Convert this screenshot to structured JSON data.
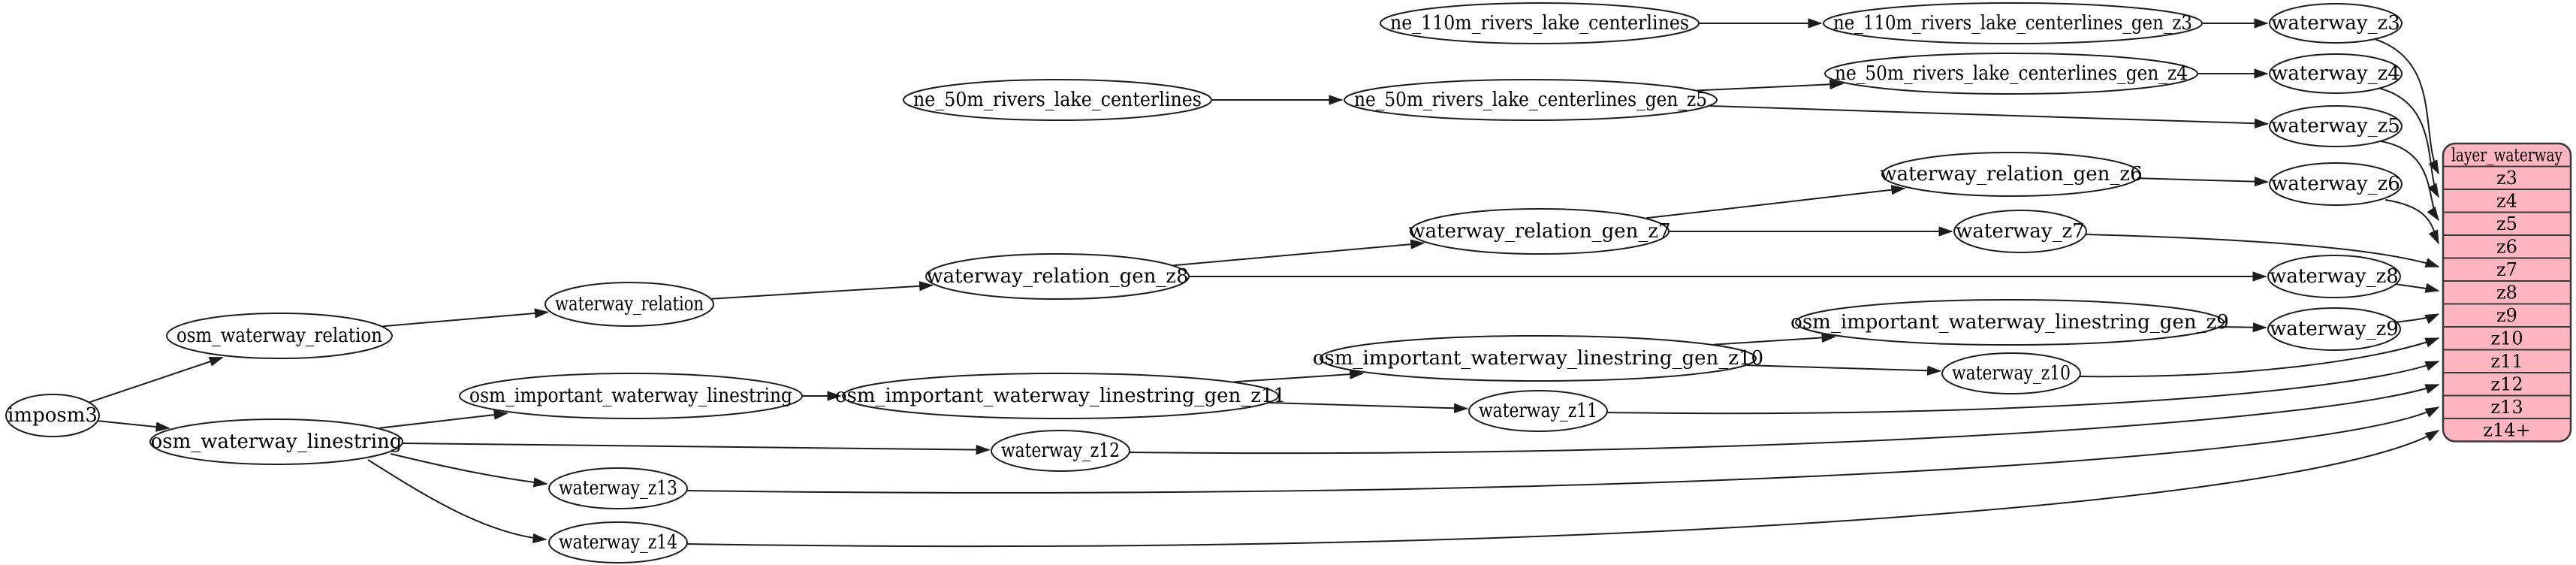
{
  "diagram": {
    "title": "waterway layer ETL graph",
    "colors": {
      "node_fill": "#ffffff",
      "node_border": "#1d1d1d",
      "edge": "#1d1d1d",
      "table_fill": "#ffb6c1",
      "table_border": "#383838",
      "text": "#000000"
    },
    "nodes": [
      {
        "id": "imposm3",
        "label": "imposm3"
      },
      {
        "id": "osm_waterway_relation",
        "label": "osm_waterway_relation"
      },
      {
        "id": "osm_waterway_linestring",
        "label": "osm_waterway_linestring"
      },
      {
        "id": "waterway_relation",
        "label": "waterway_relation"
      },
      {
        "id": "waterway_relation_gen_z8",
        "label": "waterway_relation_gen_z8"
      },
      {
        "id": "waterway_relation_gen_z7",
        "label": "waterway_relation_gen_z7"
      },
      {
        "id": "waterway_relation_gen_z6",
        "label": "waterway_relation_gen_z6"
      },
      {
        "id": "ne_110m_rivers_lake_centerlines",
        "label": "ne_110m_rivers_lake_centerlines"
      },
      {
        "id": "ne_110m_rivers_lake_centerlines_gen_z3",
        "label": "ne_110m_rivers_lake_centerlines_gen_z3"
      },
      {
        "id": "ne_50m_rivers_lake_centerlines",
        "label": "ne_50m_rivers_lake_centerlines"
      },
      {
        "id": "ne_50m_rivers_lake_centerlines_gen_z5",
        "label": "ne_50m_rivers_lake_centerlines_gen_z5"
      },
      {
        "id": "ne_50m_rivers_lake_centerlines_gen_z4",
        "label": "ne_50m_rivers_lake_centerlines_gen_z4"
      },
      {
        "id": "osm_important_waterway_linestring",
        "label": "osm_important_waterway_linestring"
      },
      {
        "id": "osm_important_waterway_linestring_gen_z11",
        "label": "osm_important_waterway_linestring_gen_z11"
      },
      {
        "id": "osm_important_waterway_linestring_gen_z10",
        "label": "osm_important_waterway_linestring_gen_z10"
      },
      {
        "id": "osm_important_waterway_linestring_gen_z9",
        "label": "osm_important_waterway_linestring_gen_z9"
      },
      {
        "id": "waterway_z3",
        "label": "waterway_z3"
      },
      {
        "id": "waterway_z4",
        "label": "waterway_z4"
      },
      {
        "id": "waterway_z5",
        "label": "waterway_z5"
      },
      {
        "id": "waterway_z6",
        "label": "waterway_z6"
      },
      {
        "id": "waterway_z7",
        "label": "waterway_z7"
      },
      {
        "id": "waterway_z8",
        "label": "waterway_z8"
      },
      {
        "id": "waterway_z9",
        "label": "waterway_z9"
      },
      {
        "id": "waterway_z10",
        "label": "waterway_z10"
      },
      {
        "id": "waterway_z11",
        "label": "waterway_z11"
      },
      {
        "id": "waterway_z12",
        "label": "waterway_z12"
      },
      {
        "id": "waterway_z13",
        "label": "waterway_z13"
      },
      {
        "id": "waterway_z14",
        "label": "waterway_z14"
      }
    ],
    "edges": [
      {
        "from": "imposm3",
        "to": "osm_waterway_relation"
      },
      {
        "from": "imposm3",
        "to": "osm_waterway_linestring"
      },
      {
        "from": "osm_waterway_relation",
        "to": "waterway_relation"
      },
      {
        "from": "waterway_relation",
        "to": "waterway_relation_gen_z8"
      },
      {
        "from": "waterway_relation_gen_z8",
        "to": "waterway_relation_gen_z7"
      },
      {
        "from": "waterway_relation_gen_z8",
        "to": "waterway_z8"
      },
      {
        "from": "waterway_relation_gen_z7",
        "to": "waterway_relation_gen_z6"
      },
      {
        "from": "waterway_relation_gen_z7",
        "to": "waterway_z7"
      },
      {
        "from": "waterway_relation_gen_z6",
        "to": "waterway_z6"
      },
      {
        "from": "ne_110m_rivers_lake_centerlines",
        "to": "ne_110m_rivers_lake_centerlines_gen_z3"
      },
      {
        "from": "ne_110m_rivers_lake_centerlines_gen_z3",
        "to": "waterway_z3"
      },
      {
        "from": "ne_50m_rivers_lake_centerlines",
        "to": "ne_50m_rivers_lake_centerlines_gen_z5"
      },
      {
        "from": "ne_50m_rivers_lake_centerlines_gen_z5",
        "to": "ne_50m_rivers_lake_centerlines_gen_z4"
      },
      {
        "from": "ne_50m_rivers_lake_centerlines_gen_z5",
        "to": "waterway_z5"
      },
      {
        "from": "ne_50m_rivers_lake_centerlines_gen_z4",
        "to": "waterway_z4"
      },
      {
        "from": "osm_waterway_linestring",
        "to": "osm_important_waterway_linestring"
      },
      {
        "from": "osm_waterway_linestring",
        "to": "waterway_z12"
      },
      {
        "from": "osm_waterway_linestring",
        "to": "waterway_z13"
      },
      {
        "from": "osm_waterway_linestring",
        "to": "waterway_z14"
      },
      {
        "from": "osm_important_waterway_linestring",
        "to": "osm_important_waterway_linestring_gen_z11"
      },
      {
        "from": "osm_important_waterway_linestring_gen_z11",
        "to": "osm_important_waterway_linestring_gen_z10"
      },
      {
        "from": "osm_important_waterway_linestring_gen_z11",
        "to": "waterway_z11"
      },
      {
        "from": "osm_important_waterway_linestring_gen_z10",
        "to": "osm_important_waterway_linestring_gen_z9"
      },
      {
        "from": "osm_important_waterway_linestring_gen_z10",
        "to": "waterway_z10"
      },
      {
        "from": "osm_important_waterway_linestring_gen_z9",
        "to": "waterway_z9"
      },
      {
        "from": "waterway_z3",
        "to": "layer_waterway.z3"
      },
      {
        "from": "waterway_z4",
        "to": "layer_waterway.z4"
      },
      {
        "from": "waterway_z5",
        "to": "layer_waterway.z5"
      },
      {
        "from": "waterway_z6",
        "to": "layer_waterway.z6"
      },
      {
        "from": "waterway_z7",
        "to": "layer_waterway.z7"
      },
      {
        "from": "waterway_z8",
        "to": "layer_waterway.z8"
      },
      {
        "from": "waterway_z9",
        "to": "layer_waterway.z9"
      },
      {
        "from": "waterway_z10",
        "to": "layer_waterway.z10"
      },
      {
        "from": "waterway_z11",
        "to": "layer_waterway.z11"
      },
      {
        "from": "waterway_z12",
        "to": "layer_waterway.z12"
      },
      {
        "from": "waterway_z13",
        "to": "layer_waterway.z13"
      },
      {
        "from": "waterway_z14",
        "to": "layer_waterway.z14+"
      }
    ],
    "table": {
      "id": "layer_waterway",
      "title": "layer_waterway",
      "rows": [
        "z3",
        "z4",
        "z5",
        "z6",
        "z7",
        "z8",
        "z9",
        "z10",
        "z11",
        "z12",
        "z13",
        "z14+"
      ]
    }
  }
}
